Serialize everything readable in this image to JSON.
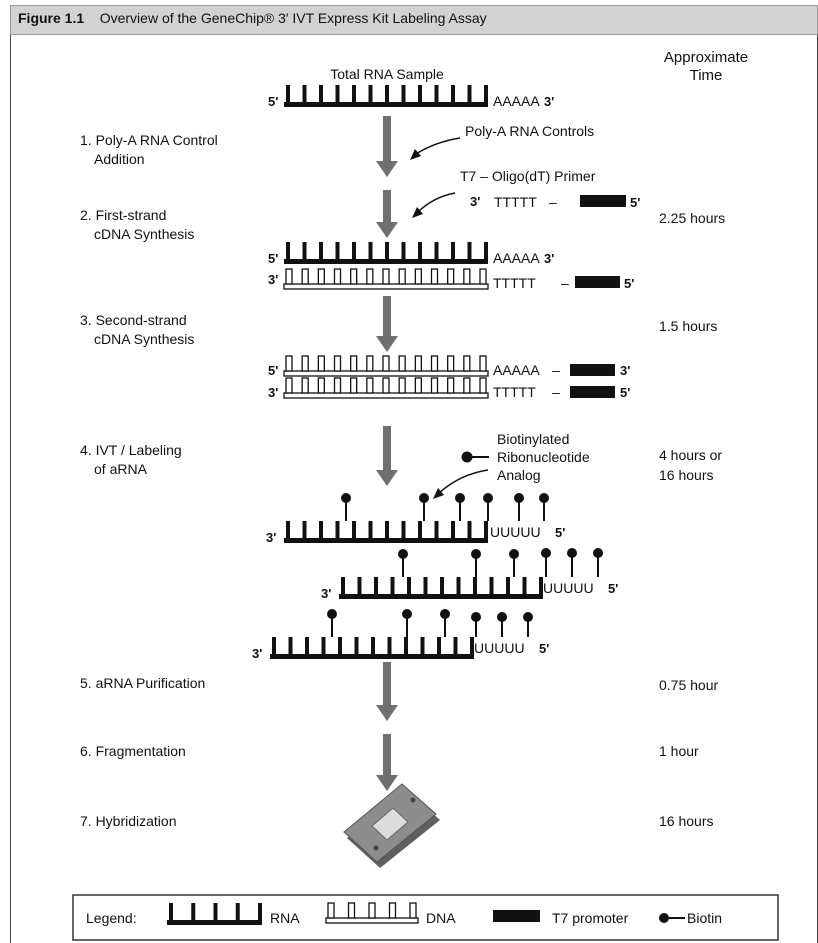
{
  "figure": {
    "label": "Figure 1.1",
    "caption": "Overview of the GeneChip® 3′ IVT Express Kit Labeling Assay"
  },
  "time_header": [
    "Approximate",
    "Time"
  ],
  "top_label": "Total RNA Sample",
  "reagents": {
    "polya": "Poly-A RNA Controls",
    "t7_primer": "T7 – Oligo(dT) Primer",
    "biotin_analog": [
      "Biotinylated",
      "Ribonucleotide",
      "Analog"
    ]
  },
  "steps": [
    {
      "lines": [
        "1. Poly-A RNA Control",
        "Addition"
      ],
      "time": []
    },
    {
      "lines": [
        "2. First-strand",
        "cDNA Synthesis"
      ],
      "time": [
        "2.25 hours"
      ]
    },
    {
      "lines": [
        "3. Second-strand",
        "cDNA Synthesis"
      ],
      "time": [
        "1.5 hours"
      ]
    },
    {
      "lines": [
        "4. IVT / Labeling",
        "of aRNA"
      ],
      "time": [
        "4 hours or",
        "16 hours"
      ]
    },
    {
      "lines": [
        "5. aRNA Purification"
      ],
      "time": [
        "0.75 hour"
      ]
    },
    {
      "lines": [
        "6. Fragmentation"
      ],
      "time": [
        "1 hour"
      ]
    },
    {
      "lines": [
        "7. Hybridization"
      ],
      "time": [
        "16 hours"
      ]
    }
  ],
  "seq": {
    "five": "5'",
    "three": "3'",
    "polyA": "AAAAA",
    "polyT": "TTTTT",
    "polyU": "UUUUU",
    "dash": "–"
  },
  "legend": {
    "title": "Legend:",
    "rna": "RNA",
    "dna": "DNA",
    "t7": "T7 promoter",
    "biotin": "Biotin"
  },
  "colors": {
    "arrow": "#6f6f6f",
    "strand": "#111111",
    "chip_body": "#8d8d8d",
    "chip_window": "#dcdcdc"
  }
}
